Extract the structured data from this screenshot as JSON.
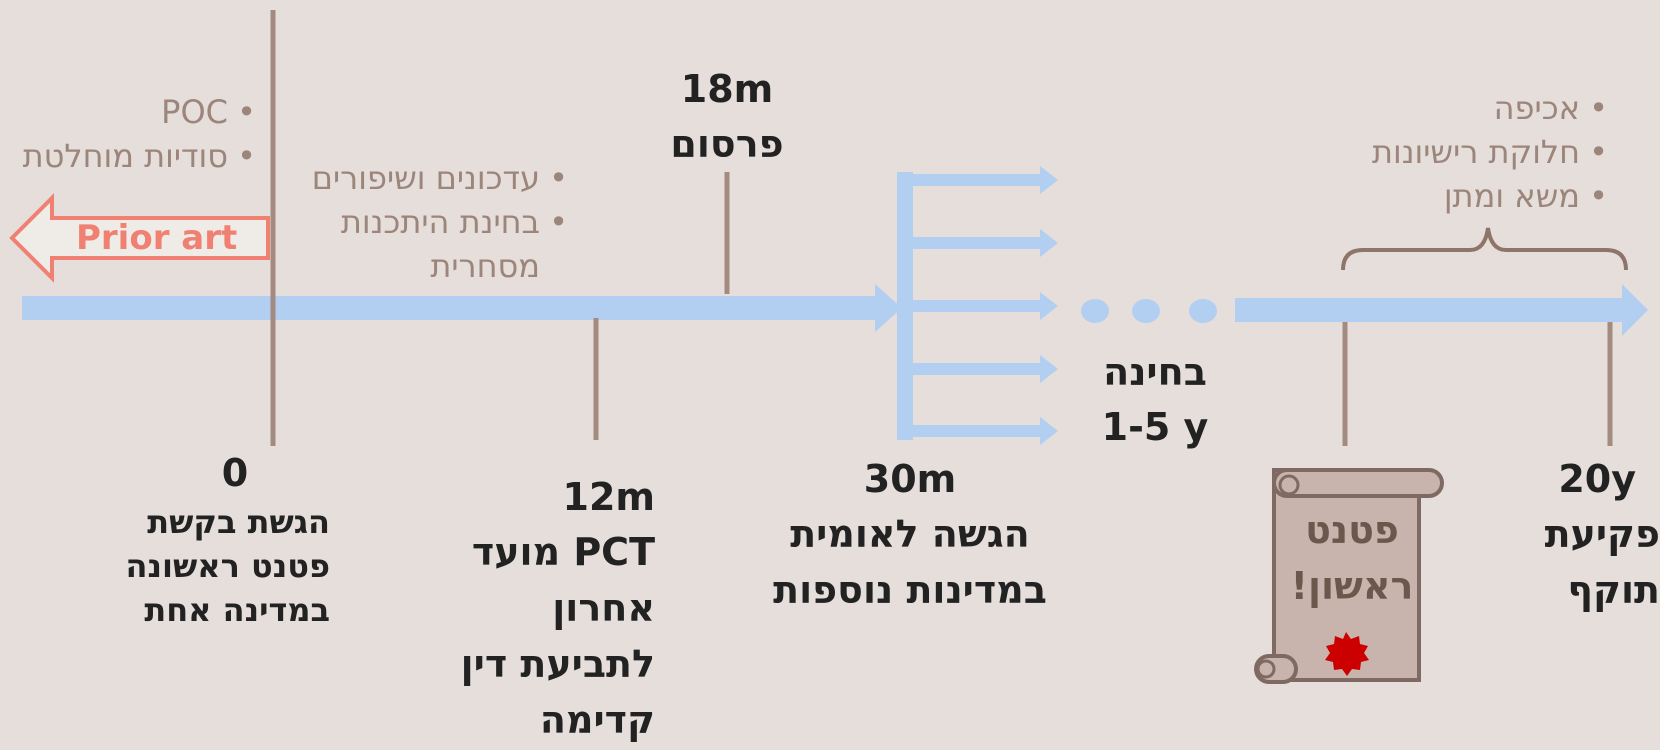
{
  "prior_art": "Prior art",
  "left_bullets": [
    "POC",
    "סודיות מוחלטת"
  ],
  "mid_bullets": [
    "עדכונים ושיפורים",
    "בחינת היתכנות מסחרית"
  ],
  "right_bullets": [
    "אכיפה",
    "חלוקת רישיונות",
    "משא ומתן"
  ],
  "milestones": {
    "m0": {
      "when": "0",
      "desc": "הגשת בקשת פטנט ראשונה במדינה אחת"
    },
    "m12": {
      "when": "12m",
      "desc": "PCT מועד אחרון לתביעת דין קדימה"
    },
    "m18": {
      "when": "18m",
      "desc": "פרסום"
    },
    "m30": {
      "when": "30m",
      "desc": "הגשה לאומית במדינות נוספות"
    },
    "exam": {
      "when": "1-5 y",
      "desc": "בחינה"
    },
    "m20y": {
      "when": "20y",
      "desc": "פקיעת תוקף"
    }
  },
  "scroll": "פטנט ראשון!",
  "colors": {
    "timeline": "#b2cff2",
    "tick": "#a38b80",
    "text": "#222222",
    "bullet": "#9c857b",
    "prior": "#f08072",
    "scroll": "#c8b4ad",
    "seal": "#cc0000"
  }
}
